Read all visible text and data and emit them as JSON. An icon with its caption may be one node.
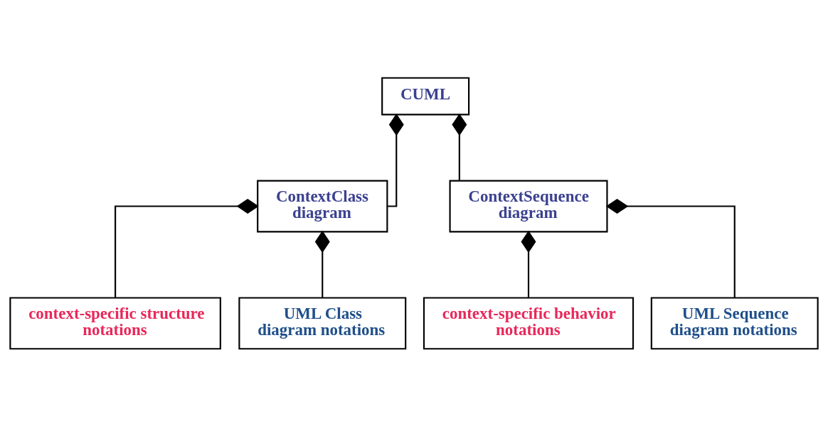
{
  "diagram": {
    "nodes": [
      {
        "text": [
          "CUML"
        ]
      },
      {
        "text": [
          "ContextClass diagram"
        ]
      },
      {
        "text": [
          "ContextSequence diagram"
        ]
      },
      {
        "text": [
          "context-specific structure notations"
        ]
      },
      {
        "text": [
          "UML Class diagram notations"
        ]
      },
      {
        "text": [
          "context-specific behavior notations"
        ]
      },
      {
        "text": [
          "UML Sequence diagram notations"
        ]
      }
    ],
    "edges": [
      {
        "from": 0,
        "to": 1,
        "arrow": "other"
      },
      {
        "from": 0,
        "to": 2,
        "arrow": "other"
      },
      {
        "from": 1,
        "to": 3,
        "arrow": "other"
      },
      {
        "from": 1,
        "to": 4,
        "arrow": "other"
      },
      {
        "from": 2,
        "to": 5,
        "arrow": "other"
      },
      {
        "from": 2,
        "to": 6,
        "arrow": "other"
      }
    ]
  }
}
